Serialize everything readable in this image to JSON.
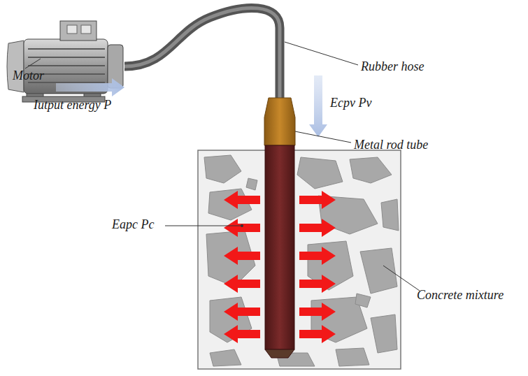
{
  "diagram": {
    "labels": [
      "Motor",
      "Iutput energy P",
      "Rubber hose",
      "Ecpv Pv",
      "Metal rod tube",
      "Eapc Pc",
      "Concrete mixture"
    ]
  }
}
